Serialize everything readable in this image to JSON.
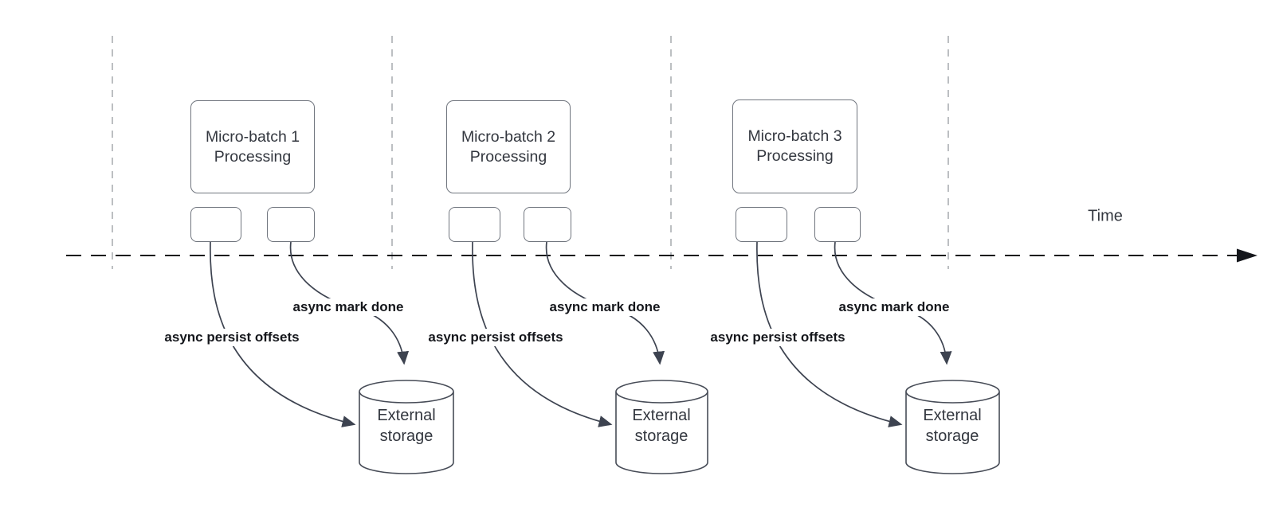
{
  "diagram": {
    "type": "micro-batch-streaming-timeline",
    "time_axis_label": "Time",
    "batches": [
      {
        "title_line1": "Micro-batch 1",
        "title_line2": "Processing",
        "persist_label": "async persist offsets",
        "mark_done_label": "async mark done",
        "storage_line1": "External",
        "storage_line2": "storage"
      },
      {
        "title_line1": "Micro-batch 2",
        "title_line2": "Processing",
        "persist_label": "async persist offsets",
        "mark_done_label": "async mark done",
        "storage_line1": "External",
        "storage_line2": "storage"
      },
      {
        "title_line1": "Micro-batch 3",
        "title_line2": "Processing",
        "persist_label": "async persist offsets",
        "mark_done_label": "async mark done",
        "storage_line1": "External",
        "storage_line2": "storage"
      }
    ]
  },
  "colors": {
    "background": "#ffffff",
    "arrow_stroke": "#3d4350",
    "box_border": "#70757e",
    "body_text": "#33373f",
    "label_text": "#15171c",
    "timeline_stroke": "#15171c",
    "guide_stroke": "#a0a4a9",
    "cylinder_stroke": "#474c57"
  }
}
